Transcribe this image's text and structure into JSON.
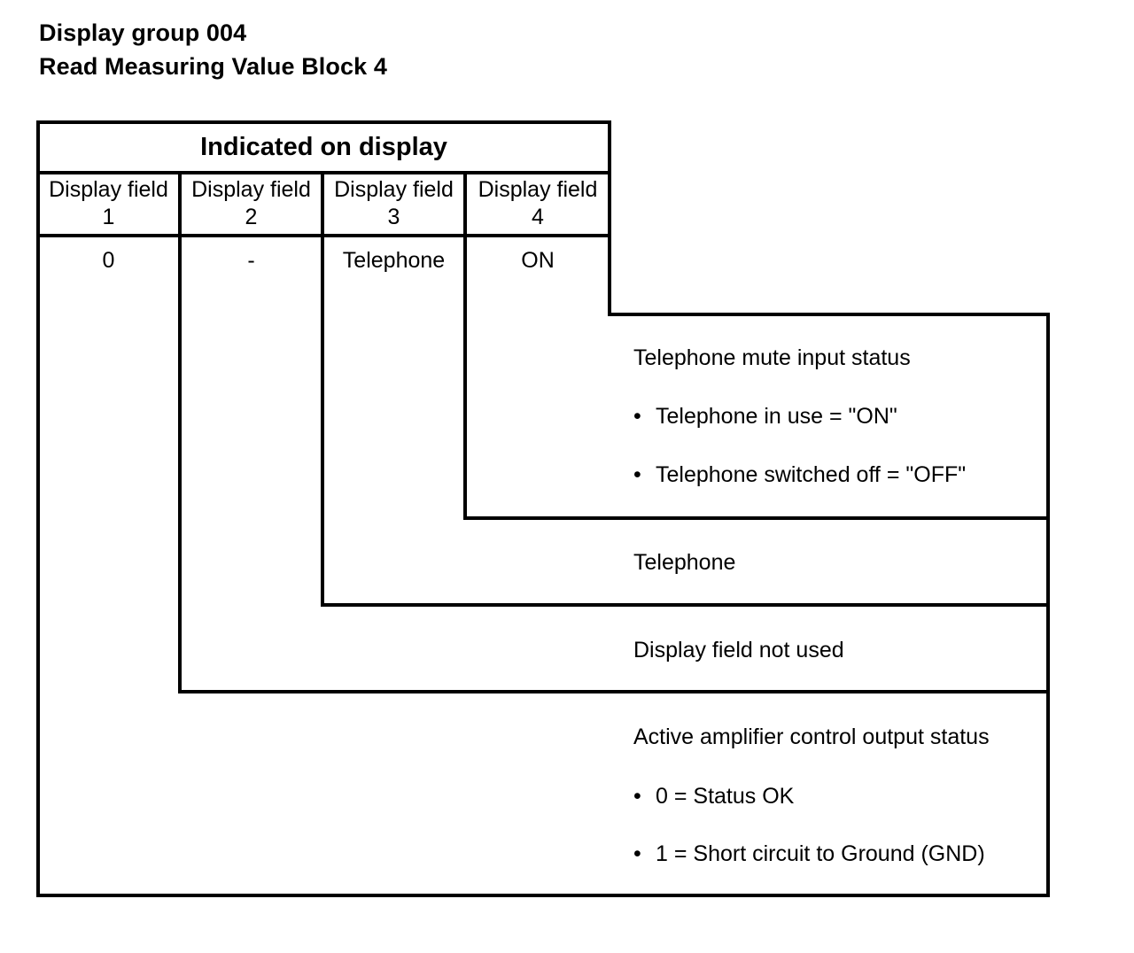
{
  "heading": {
    "line1": "Display group 004",
    "line2": "Read Measuring Value Block 4"
  },
  "table": {
    "title": "Indicated on display",
    "columns": [
      {
        "label_line1": "Display field",
        "label_line2": "1"
      },
      {
        "label_line1": "Display field",
        "label_line2": "2"
      },
      {
        "label_line1": "Display field",
        "label_line2": "3"
      },
      {
        "label_line1": "Display field",
        "label_line2": "4"
      }
    ],
    "values": [
      "0",
      "-",
      "Telephone",
      "ON"
    ]
  },
  "callouts": [
    {
      "source_field": "4",
      "title": "Telephone mute input status",
      "bullets": [
        {
          "marker": "•",
          "text": "Telephone in use = \"ON\""
        },
        {
          "marker": "•",
          "text": "Telephone switched off = \"OFF\""
        }
      ]
    },
    {
      "source_field": "3",
      "title": "Telephone",
      "bullets": []
    },
    {
      "source_field": "2",
      "title": "Display field not used",
      "bullets": []
    },
    {
      "source_field": "1",
      "title": "Active amplifier control output status",
      "bullets": [
        {
          "marker": "•",
          "text": "0 = Status OK"
        },
        {
          "marker": "•",
          "text": "1 = Short circuit to Ground (GND)"
        }
      ]
    }
  ],
  "colors": {
    "ink": "#000000",
    "paper": "#ffffff"
  }
}
